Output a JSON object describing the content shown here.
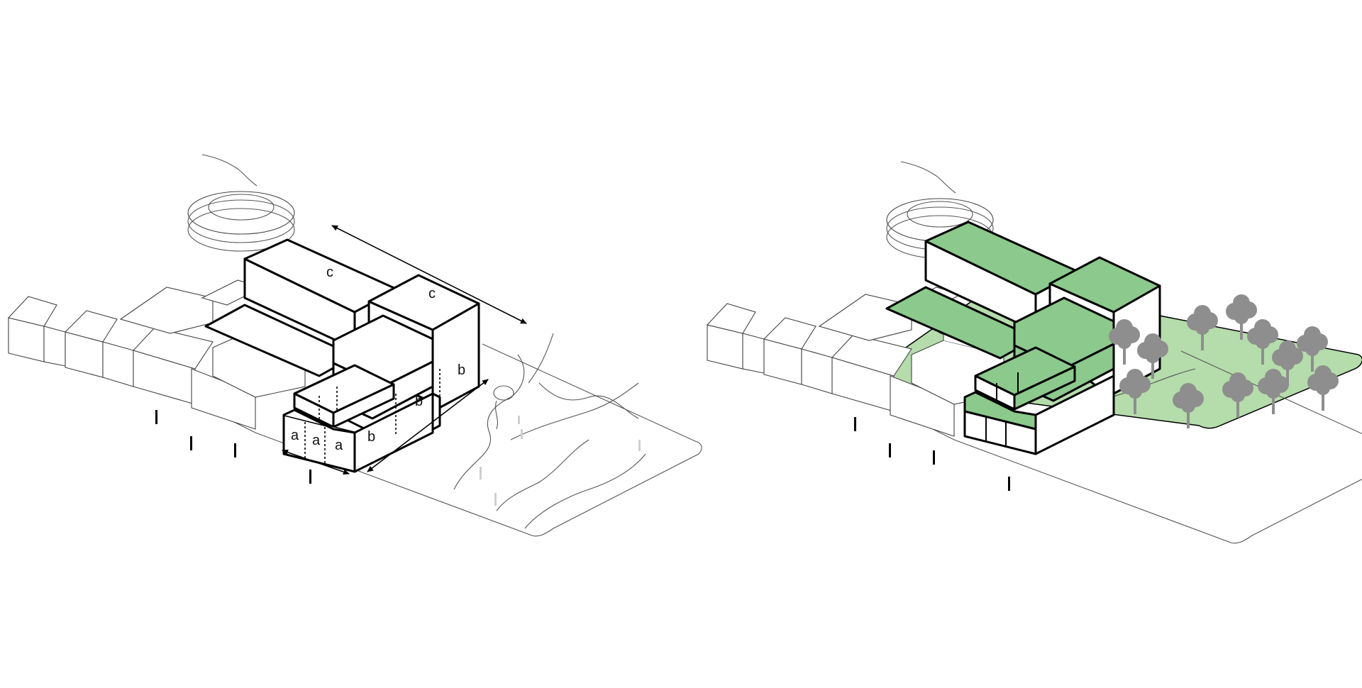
{
  "diagram": {
    "labels": {
      "a": "a",
      "b": "b",
      "c": "c"
    },
    "colors": {
      "roof_green": "#8cc98c",
      "park_green": "#b5dcab",
      "tree_grey": "#8e8e8e",
      "line": "#000000"
    }
  }
}
